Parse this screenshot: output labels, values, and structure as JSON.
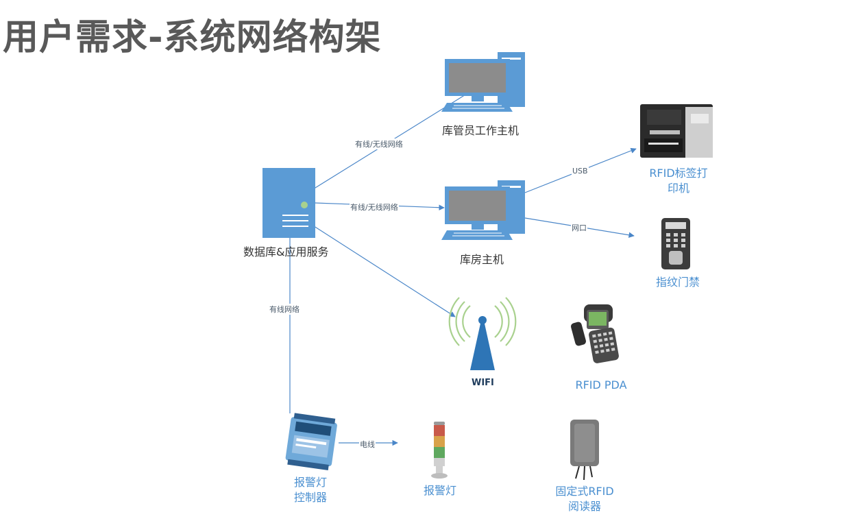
{
  "title": "用户需求-系统网络构架",
  "nodes": {
    "server": "数据库&应用服务",
    "workstation": "库管员工作主机",
    "warehouse_host": "库房主机",
    "printer": "RFID标签打印机",
    "printer_line1": "RFID标签打",
    "printer_line2": "印机",
    "fingerprint": "指纹门禁",
    "wifi": "WIFI",
    "pda": "RFID PDA",
    "alarm_controller_line1": "报警灯",
    "alarm_controller_line2": "控制器",
    "alarm_light": "报警灯",
    "reader_line1": "固定式RFID",
    "reader_line2": "阅读器"
  },
  "edges": {
    "server_to_workstation": "有线/无线网络",
    "server_to_warehouse": "有线/无线网络",
    "host_to_printer": "USB",
    "host_to_fingerprint": "网口",
    "controller_to_server": "有线网络",
    "controller_to_light": "电线"
  },
  "colors": {
    "line": "#4a86c8",
    "computer": "#5b9bd5",
    "screen": "#8c8c8c",
    "wifi_arc": "#a9d18e",
    "title": "#595959",
    "blue_label": "#4a8fd0"
  }
}
